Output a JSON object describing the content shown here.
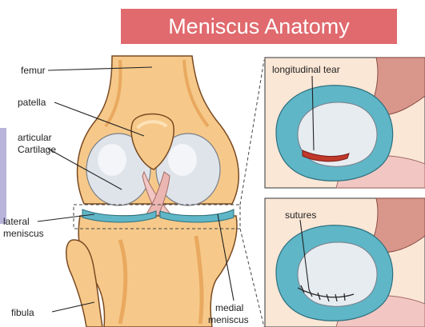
{
  "title": "Meniscus Anatomy",
  "labels": {
    "femur": "femur",
    "patella": "patella",
    "articular_line1": "articular",
    "articular_line2": "Cartilage",
    "lateral_line1": "lateral",
    "lateral_line2": "meniscus",
    "fibula": "fibula",
    "medial_line1": "medial",
    "medial_line2": "meniscus",
    "longitudinal_tear": "longitudinal  tear",
    "sutures": "sutures"
  },
  "colors": {
    "banner": "#e06a6e",
    "bone": "#f6c98a",
    "bone_dark": "#e9a95f",
    "cartilage": "#dfe4ea",
    "meniscus": "#5fb6c7",
    "ligament": "#f2c7c3",
    "muscle": "#d9968b",
    "tear": "#c0392b"
  }
}
